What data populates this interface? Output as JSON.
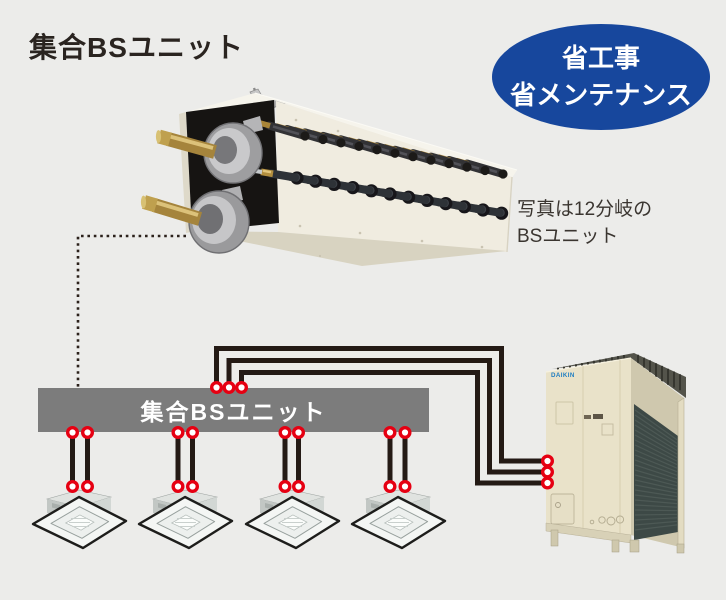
{
  "page": {
    "background_color": "#ececea"
  },
  "title": "集合BSユニット",
  "badge": {
    "line1": "省工事",
    "line2": "省メンテナンス",
    "bg_color": "#17479d",
    "text_color": "#ffffff"
  },
  "photo": {
    "caption_line1": "写真は12分岐の",
    "caption_line2": "BSユニット"
  },
  "diagram": {
    "bs_box_label": "集合BSユニット",
    "bs_box_color": "#7c7c7c",
    "pipe_line_color": "#241a15",
    "connector_dot_color": "#e60012",
    "outdoor_unit_brand": "DAIKIN",
    "indoor_unit_count": 4,
    "outdoor_unit_count": 1
  }
}
